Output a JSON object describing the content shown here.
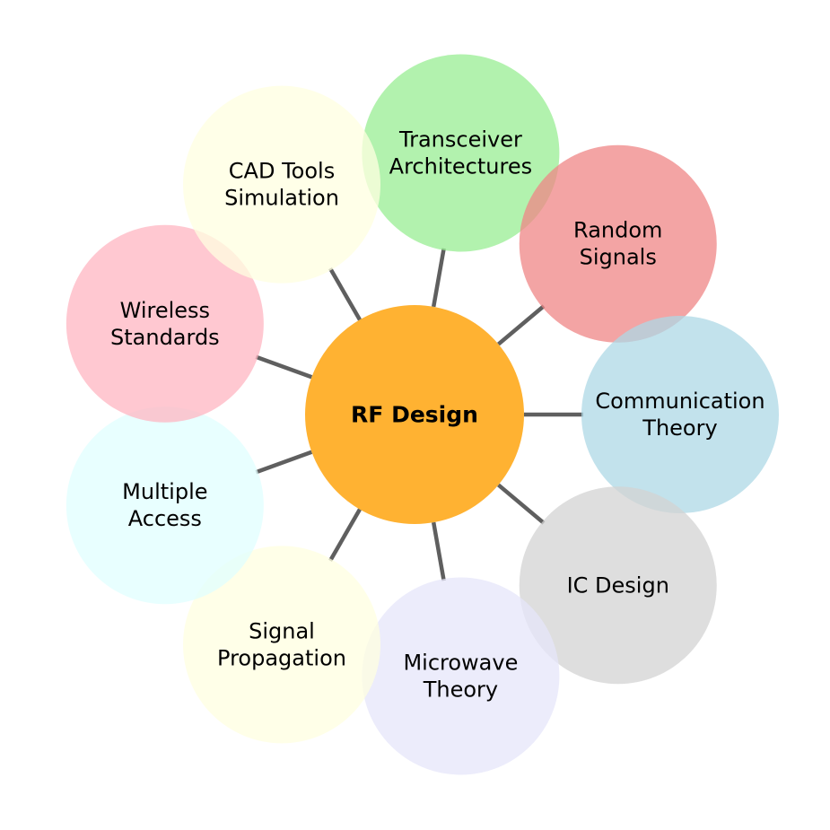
{
  "center": {
    "label": "RF Design",
    "color": "#FFB232"
  },
  "connector_color": "#5f5f5f",
  "nodes": [
    {
      "id": "transceiver-architectures",
      "lines": [
        "Transceiver",
        "Architectures"
      ],
      "color": "#98EE93"
    },
    {
      "id": "random-signals",
      "lines": [
        "Random",
        "Signals"
      ],
      "color": "#EF8585"
    },
    {
      "id": "communication-theory",
      "lines": [
        "Communication",
        "Theory"
      ],
      "color": "#ADD8E6"
    },
    {
      "id": "ic-design",
      "lines": [
        "IC Design"
      ],
      "color": "#D3D3D3"
    },
    {
      "id": "microwave-theory",
      "lines": [
        "Microwave",
        "Theory"
      ],
      "color": "#E6E6FA"
    },
    {
      "id": "signal-propagation",
      "lines": [
        "Signal",
        "Propagation"
      ],
      "color": "#FFFFE0"
    },
    {
      "id": "multiple-access",
      "lines": [
        "Multiple",
        "Access"
      ],
      "color": "#E0FFFF"
    },
    {
      "id": "wireless-standards",
      "lines": [
        "Wireless",
        "Standards"
      ],
      "color": "#FFB6C1"
    },
    {
      "id": "cad-tools-simulation",
      "lines": [
        "CAD Tools",
        "Simulation"
      ],
      "color": "#FFFFE0"
    }
  ]
}
